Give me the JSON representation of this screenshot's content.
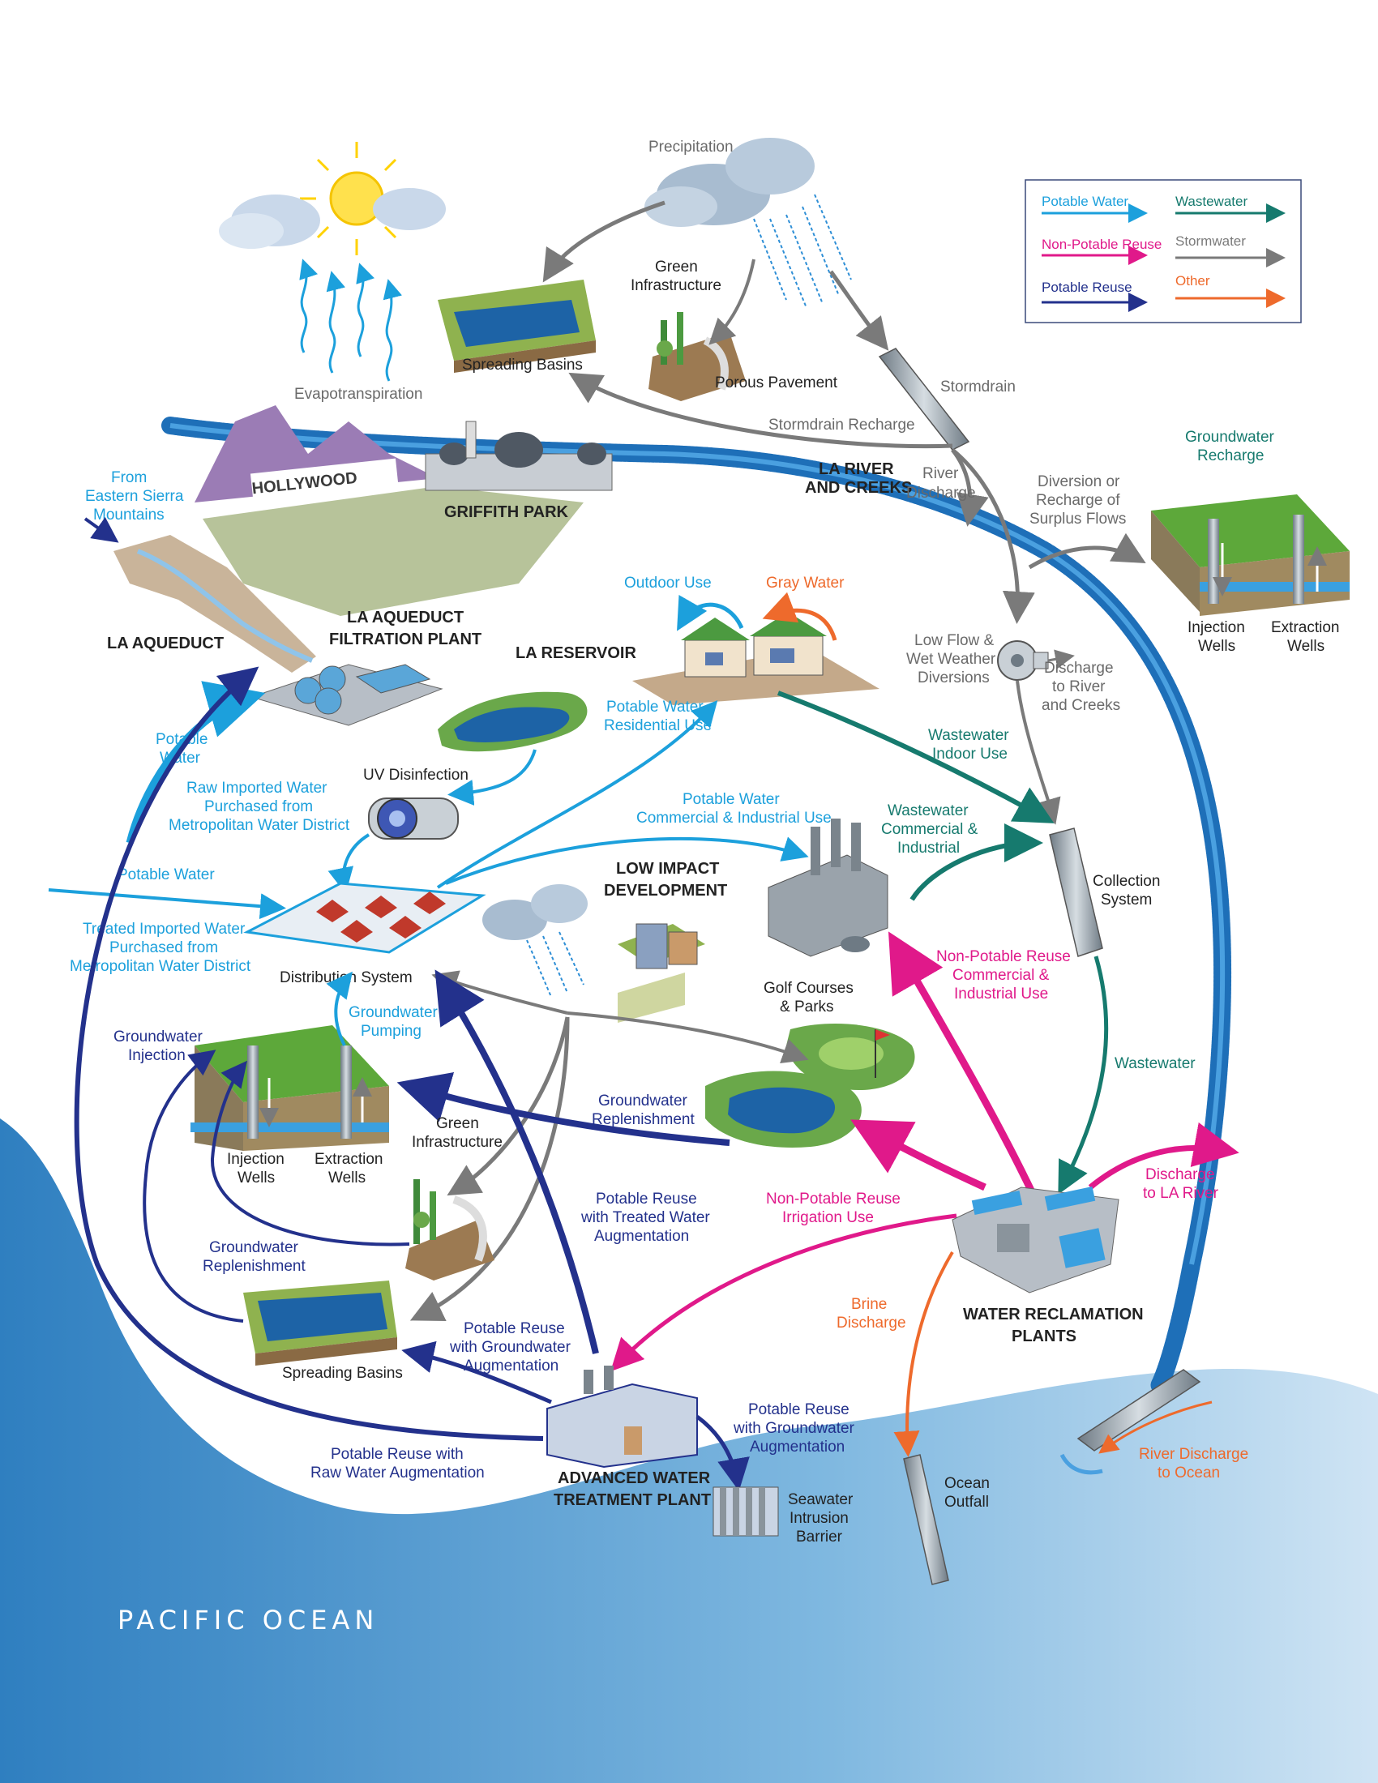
{
  "legend": {
    "potable_water": "Potable Water",
    "wastewater": "Wastewater",
    "non_potable_reuse": "Non-Potable Reuse",
    "stormwater": "Stormwater",
    "potable_reuse": "Potable Reuse",
    "other": "Other"
  },
  "colors": {
    "potable_water": "#1ca0dc",
    "wastewater": "#167a6e",
    "non_potable_reuse": "#e0198a",
    "stormwater": "#7a7a7a",
    "potable_reuse": "#23318c",
    "other": "#ee6a2c",
    "ocean": "#3a8cc8",
    "river": "#1e6fb8"
  },
  "labels": {
    "precipitation": "Precipitation",
    "green_infrastructure_top_1": "Green",
    "green_infrastructure_top_2": "Infrastructure",
    "porous_pavement": "Porous Pavement",
    "spreading_basins_top": "Spreading Basins",
    "stormdrain": "Stormdrain",
    "stormdrain_recharge": "Stormdrain Recharge",
    "evapotranspiration": "Evapotranspiration",
    "hollywood_sign": "HOLLYWOOD",
    "griffith_park": "GRIFFITH PARK",
    "la_river_1": "LA RIVER",
    "la_river_2": "AND CREEKS",
    "river_discharge_1": "River",
    "river_discharge_2": "Discharge",
    "diversion_1": "Diversion or",
    "diversion_2": "Recharge of",
    "diversion_3": "Surplus Flows",
    "gw_recharge_1": "Groundwater",
    "gw_recharge_2": "Recharge",
    "injection_wells_r_1": "Injection",
    "injection_wells_r_2": "Wells",
    "extraction_wells_r_1": "Extraction",
    "extraction_wells_r_2": "Wells",
    "from_eastern_1": "From",
    "from_eastern_2": "Eastern Sierra",
    "from_eastern_3": "Mountains",
    "la_aqueduct": "LA AQUEDUCT",
    "la_aqueduct_fp_1": "LA AQUEDUCT",
    "la_aqueduct_fp_2": "FILTRATION PLANT",
    "la_reservoir": "LA RESERVOIR",
    "outdoor_use": "Outdoor Use",
    "gray_water": "Gray Water",
    "potable_residential_1": "Potable Water",
    "potable_residential_2": "Residential Use",
    "low_flow_1": "Low Flow &",
    "low_flow_2": "Wet Weather",
    "low_flow_3": "Diversions",
    "discharge_river_1": "Discharge",
    "discharge_river_2": "to River",
    "discharge_river_3": "and Creeks",
    "potable_water_left_1": "Potable",
    "potable_water_left_2": "Water",
    "raw_imported_1": "Raw Imported Water",
    "raw_imported_2": "Purchased  from",
    "raw_imported_3": "Metropolitan Water District",
    "uv_disinfection": "UV Disinfection",
    "wastewater_indoor_1": "Wastewater",
    "wastewater_indoor_2": "Indoor Use",
    "potable_commercial_1": "Potable Water",
    "potable_commercial_2": "Commercial & Industrial Use",
    "ww_commercial_1": "Wastewater",
    "ww_commercial_2": "Commercial &",
    "ww_commercial_3": "Industrial",
    "collection_1": "Collection",
    "collection_2": "System",
    "potable_water_mid": "Potable Water",
    "treated_imported_1": "Treated Imported Water",
    "treated_imported_2": "Purchased from",
    "treated_imported_3": "Metropolitan Water District",
    "distribution_system": "Distribution System",
    "lid_1": "LOW IMPACT",
    "lid_2": "DEVELOPMENT",
    "npr_commercial_1": "Non-Potable Reuse",
    "npr_commercial_2": "Commercial &",
    "npr_commercial_3": "Industrial Use",
    "gw_pumping_1": "Groundwater",
    "gw_pumping_2": "Pumping",
    "golf_1": "Golf Courses",
    "golf_2": "& Parks",
    "wastewater_right": "Wastewater",
    "gw_injection_1": "Groundwater",
    "gw_injection_2": "Injection",
    "gw_replenish_mid_1": "Groundwater",
    "gw_replenish_mid_2": "Replenishment",
    "green_infra_mid_1": "Green",
    "green_infra_mid_2": "Infrastructure",
    "injection_wells_l_1": "Injection",
    "injection_wells_l_2": "Wells",
    "extraction_wells_l_1": "Extraction",
    "extraction_wells_l_2": "Wells",
    "discharge_la_1": "Discharge",
    "discharge_la_2": "to LA River",
    "pr_treated_1": "Potable Reuse",
    "pr_treated_2": "with Treated Water",
    "pr_treated_3": "Augmentation",
    "npr_irrigation_1": "Non-Potable Reuse",
    "npr_irrigation_2": "Irrigation Use",
    "gw_replenish_low_1": "Groundwater",
    "gw_replenish_low_2": "Replenishment",
    "brine_1": "Brine",
    "brine_2": "Discharge",
    "wrp_1": "WATER RECLAMATION",
    "wrp_2": "PLANTS",
    "pr_gw_aug_1": "Potable Reuse",
    "pr_gw_aug_2": "with Groundwater",
    "pr_gw_aug_3": "Augmentation",
    "spreading_basins_low": "Spreading Basins",
    "pr_gw_aug_r_1": "Potable Reuse",
    "pr_gw_aug_r_2": "with  Groundwater",
    "pr_gw_aug_r_3": "Augmentation",
    "pr_raw_1": "Potable Reuse with",
    "pr_raw_2": "Raw Water Augmentation",
    "awtp_1": "ADVANCED WATER",
    "awtp_2": "TREATMENT PLANT",
    "seawater_1": "Seawater",
    "seawater_2": "Intrusion",
    "seawater_3": "Barrier",
    "ocean_outfall_1": "Ocean",
    "ocean_outfall_2": "Outfall",
    "river_ocean_1": "River Discharge",
    "river_ocean_2": "to Ocean",
    "pacific_ocean": "PACIFIC OCEAN"
  }
}
